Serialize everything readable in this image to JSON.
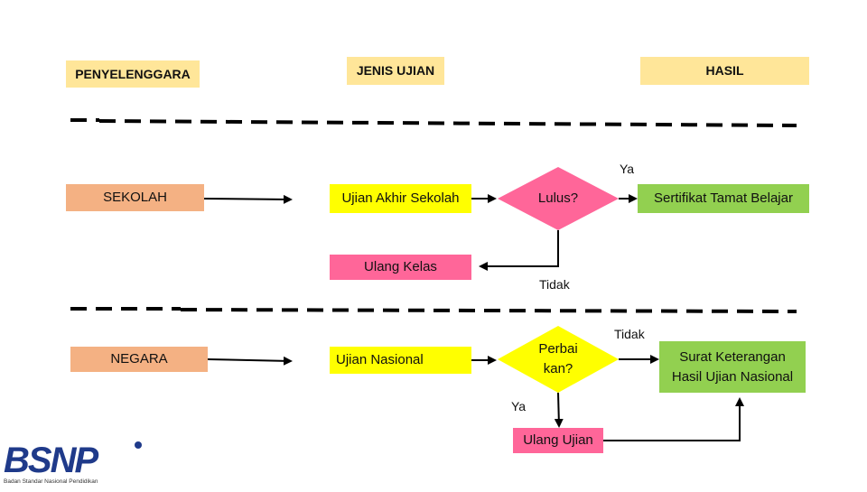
{
  "headers": {
    "penyelenggara": "PENYELENGGARA",
    "jenis_ujian": "JENIS UJIAN",
    "hasil": "HASIL"
  },
  "nodes": {
    "sekolah": "SEKOLAH",
    "ujian_akhir_sekolah": "Ujian Akhir Sekolah",
    "lulus": "Lulus?",
    "sertifikat": "Sertifikat Tamat Belajar",
    "ulang_kelas": "Ulang Kelas",
    "negara": "NEGARA",
    "ujian_nasional": "Ujian Nasional",
    "perbaikan_line1": "Perbai",
    "perbaikan_line2": "kan?",
    "surat_line1": "Surat Keterangan",
    "surat_line2": "Hasil Ujian Nasional",
    "ulang_ujian": "Ulang Ujian"
  },
  "edge_labels": {
    "ya_top": "Ya",
    "tidak_top": "Tidak",
    "tidak_bottom": "Tidak",
    "ya_bottom": "Ya"
  },
  "logo": {
    "text": "BSNP",
    "subtitle": "Badan Standar Nasional Pendidikan"
  },
  "colors": {
    "header_yellow": "#ffe699",
    "salmon": "#f4b183",
    "yellow": "#ffff00",
    "green": "#92d050",
    "pink": "#ff6699",
    "logo_blue": "#1f3a8a"
  }
}
